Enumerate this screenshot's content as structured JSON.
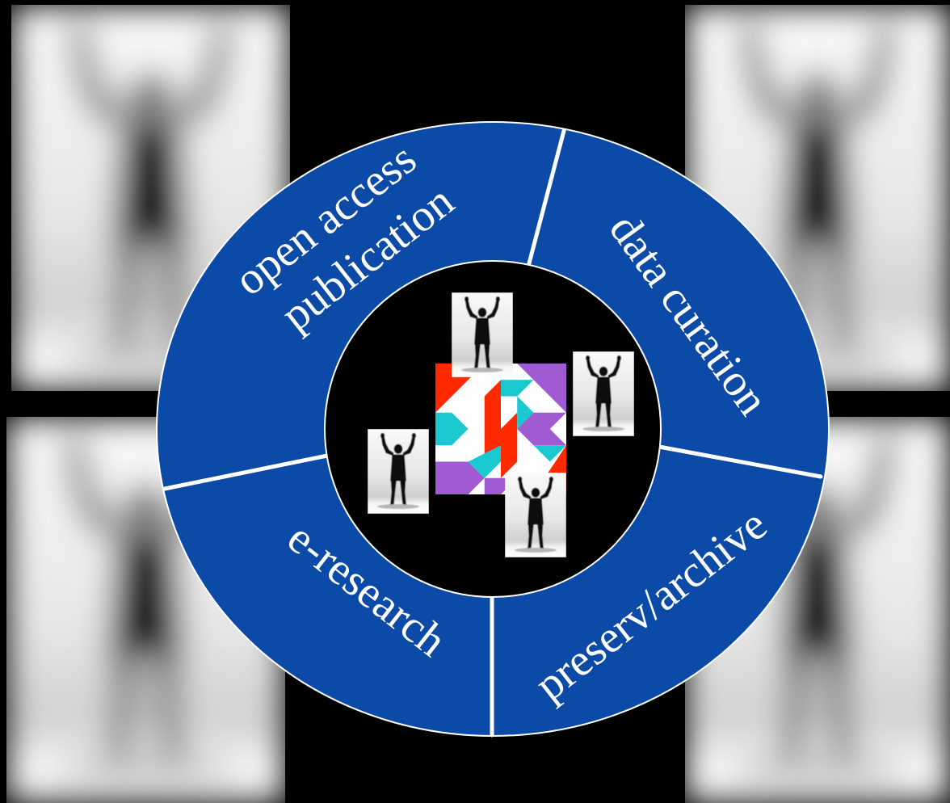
{
  "diagram": {
    "segments": {
      "top_left": "open access",
      "top_left_line2": "publication",
      "right": "data curation",
      "bottom_right": "preserv/archive",
      "bottom_left": "e-research"
    },
    "colors": {
      "background": "#000000",
      "ring": "#0b4aa6",
      "divider": "#ffffff",
      "center_hole": "#000000",
      "quilt_red": "#ff2a00",
      "quilt_cyan": "#19c9cf",
      "quilt_purple": "#a05ad2",
      "quilt_white": "#ffffff"
    },
    "photos": {
      "subject": "person-with-raised-arms-silhouette-icon"
    }
  }
}
